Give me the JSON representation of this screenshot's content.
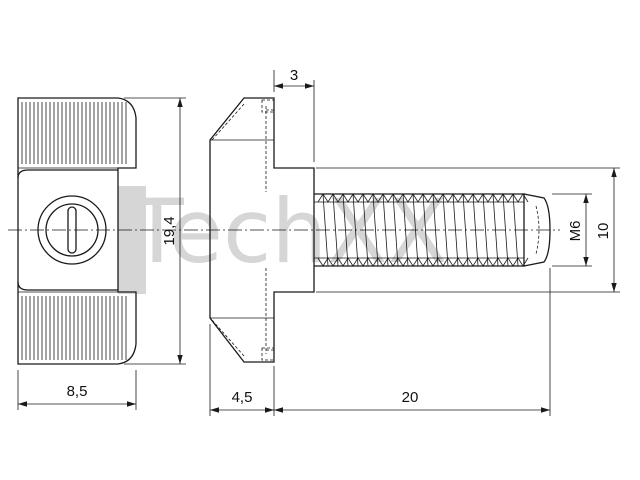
{
  "watermark": {
    "text": "TechXX",
    "color": "#d6d6d6"
  },
  "colors": {
    "line": "#1a1a1a",
    "background": "#ffffff"
  },
  "dimensions": {
    "nut_width": "8,5",
    "nut_height": "19,4",
    "head_thickness": "3",
    "head_length": "4,5",
    "shank_length": "20",
    "thread": "M6",
    "head_diameter": "10"
  }
}
